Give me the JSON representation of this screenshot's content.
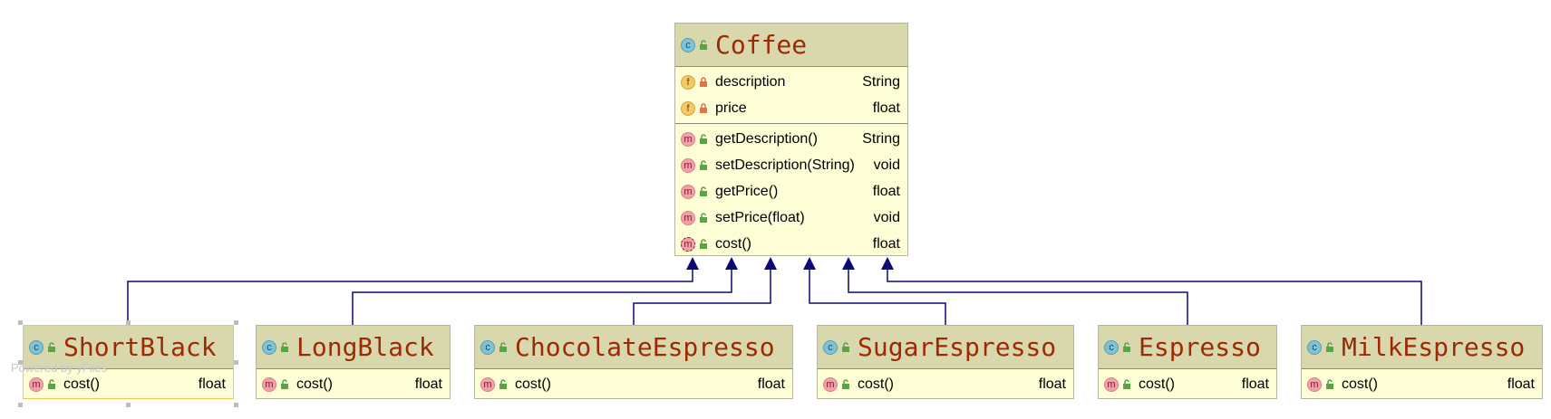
{
  "diagram": {
    "type": "uml-class-diagram",
    "base": {
      "name": "Coffee",
      "fields": [
        {
          "name": "description",
          "type": "String",
          "kind": "f",
          "visibility": "private"
        },
        {
          "name": "price",
          "type": "float",
          "kind": "f",
          "visibility": "private"
        }
      ],
      "methods": [
        {
          "name": "getDescription()",
          "type": "String",
          "kind": "m",
          "visibility": "public"
        },
        {
          "name": "setDescription(String)",
          "type": "void",
          "kind": "m",
          "visibility": "public"
        },
        {
          "name": "getPrice()",
          "type": "float",
          "kind": "m",
          "visibility": "public"
        },
        {
          "name": "setPrice(float)",
          "type": "void",
          "kind": "m",
          "visibility": "public"
        },
        {
          "name": "cost()",
          "type": "float",
          "kind": "ma",
          "visibility": "public"
        }
      ]
    },
    "subclasses": [
      {
        "name": "ShortBlack",
        "method": "cost()",
        "type": "float",
        "selected": true
      },
      {
        "name": "LongBlack",
        "method": "cost()",
        "type": "float"
      },
      {
        "name": "ChocolateEspresso",
        "method": "cost()",
        "type": "float"
      },
      {
        "name": "SugarEspresso",
        "method": "cost()",
        "type": "float"
      },
      {
        "name": "Espresso",
        "method": "cost()",
        "type": "float"
      },
      {
        "name": "MilkEspresso",
        "method": "cost()",
        "type": "float"
      }
    ],
    "relation": "inheritance",
    "class_kind_letter": "c",
    "field_kind_letter": "f",
    "method_kind_letter": "m"
  },
  "watermark": "Powered by yFiles",
  "colors": {
    "header_bg": "#d9d8ad",
    "body_bg": "#fdfdd6",
    "class_name": "#9c2a05",
    "edge": "#0a0a78",
    "selection": "#f4c84c"
  }
}
